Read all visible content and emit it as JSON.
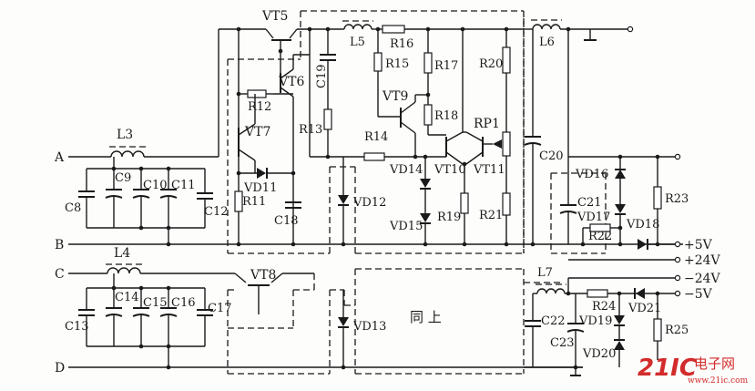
{
  "labels": {
    "vt5": "VT5",
    "vt6": "VT6",
    "vt7": "VT7",
    "vt8": "VT8",
    "vt9": "VT9",
    "vt10": "VT10",
    "vt11": "VT11",
    "l3": "L3",
    "l4": "L4",
    "l5": "L5",
    "l6": "L6",
    "l7": "L7",
    "c8": "C8",
    "c9": "C9",
    "c10": "C10",
    "c11": "C11",
    "c12": "C12",
    "c13": "C13",
    "c14": "C14",
    "c15": "C15",
    "c16": "C16",
    "c17": "C17",
    "c18": "C18",
    "c19": "C19",
    "c20": "C20",
    "c21": "C21",
    "c22": "C22",
    "c23": "C23",
    "r11": "R11",
    "r12": "R12",
    "r13": "R13",
    "r14": "R14",
    "r15": "R15",
    "r16": "R16",
    "r17": "R17",
    "r18": "R18",
    "r19": "R19",
    "r20": "R20",
    "r21": "R21",
    "r22": "R22",
    "r23": "R23",
    "r24": "R24",
    "r25": "R25",
    "rp1": "RP1",
    "vd11": "VD11",
    "vd12": "VD12",
    "vd13": "VD13",
    "vd14": "VD14",
    "vd15": "VD15",
    "vd16": "VD16",
    "vd17": "VD17",
    "vd18": "VD18",
    "vd19": "VD19",
    "vd20": "VD20",
    "vd21": "VD21",
    "in_a": "A",
    "in_b": "B",
    "in_c": "C",
    "in_d": "D",
    "out_p5": "+5V",
    "out_p24": "+24V",
    "out_m24": "−24V",
    "out_m5": "−5V",
    "same_as_above": "同 上"
  },
  "watermark": {
    "main": "21IC",
    "sub": "电子网",
    "url": "www.21ic.com",
    "color": "#d32b2b"
  }
}
